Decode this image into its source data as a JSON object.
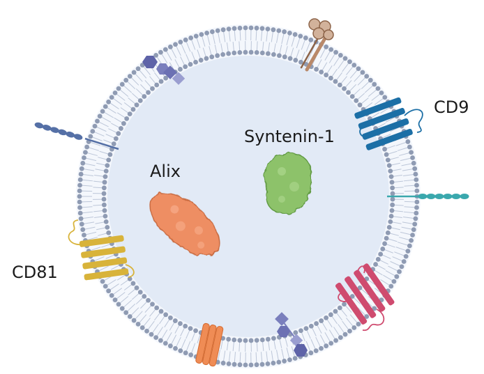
{
  "labels": {
    "cd9": "CD9",
    "syntenin": "Syntenin-1",
    "alix": "Alix",
    "cd81": "CD81"
  },
  "colors": {
    "background": "#ffffff",
    "lumen": "#e2eaf6",
    "lipid_head": "#8f9bb3",
    "lipid_tail": "#bcc6d8",
    "cd9": "#1c6fa6",
    "cd81": "#d8b33a",
    "tetraspanin_lower_right": "#cf4b6f",
    "alix": "#ee8e63",
    "syntenin": "#8dc26a",
    "glycan": "#7a7fbd",
    "receptor_top": "#b9896a",
    "receptor_bottom": "#ef8c55",
    "anchor_left": "#5570a6",
    "anchor_right": "#3aa8ad"
  }
}
